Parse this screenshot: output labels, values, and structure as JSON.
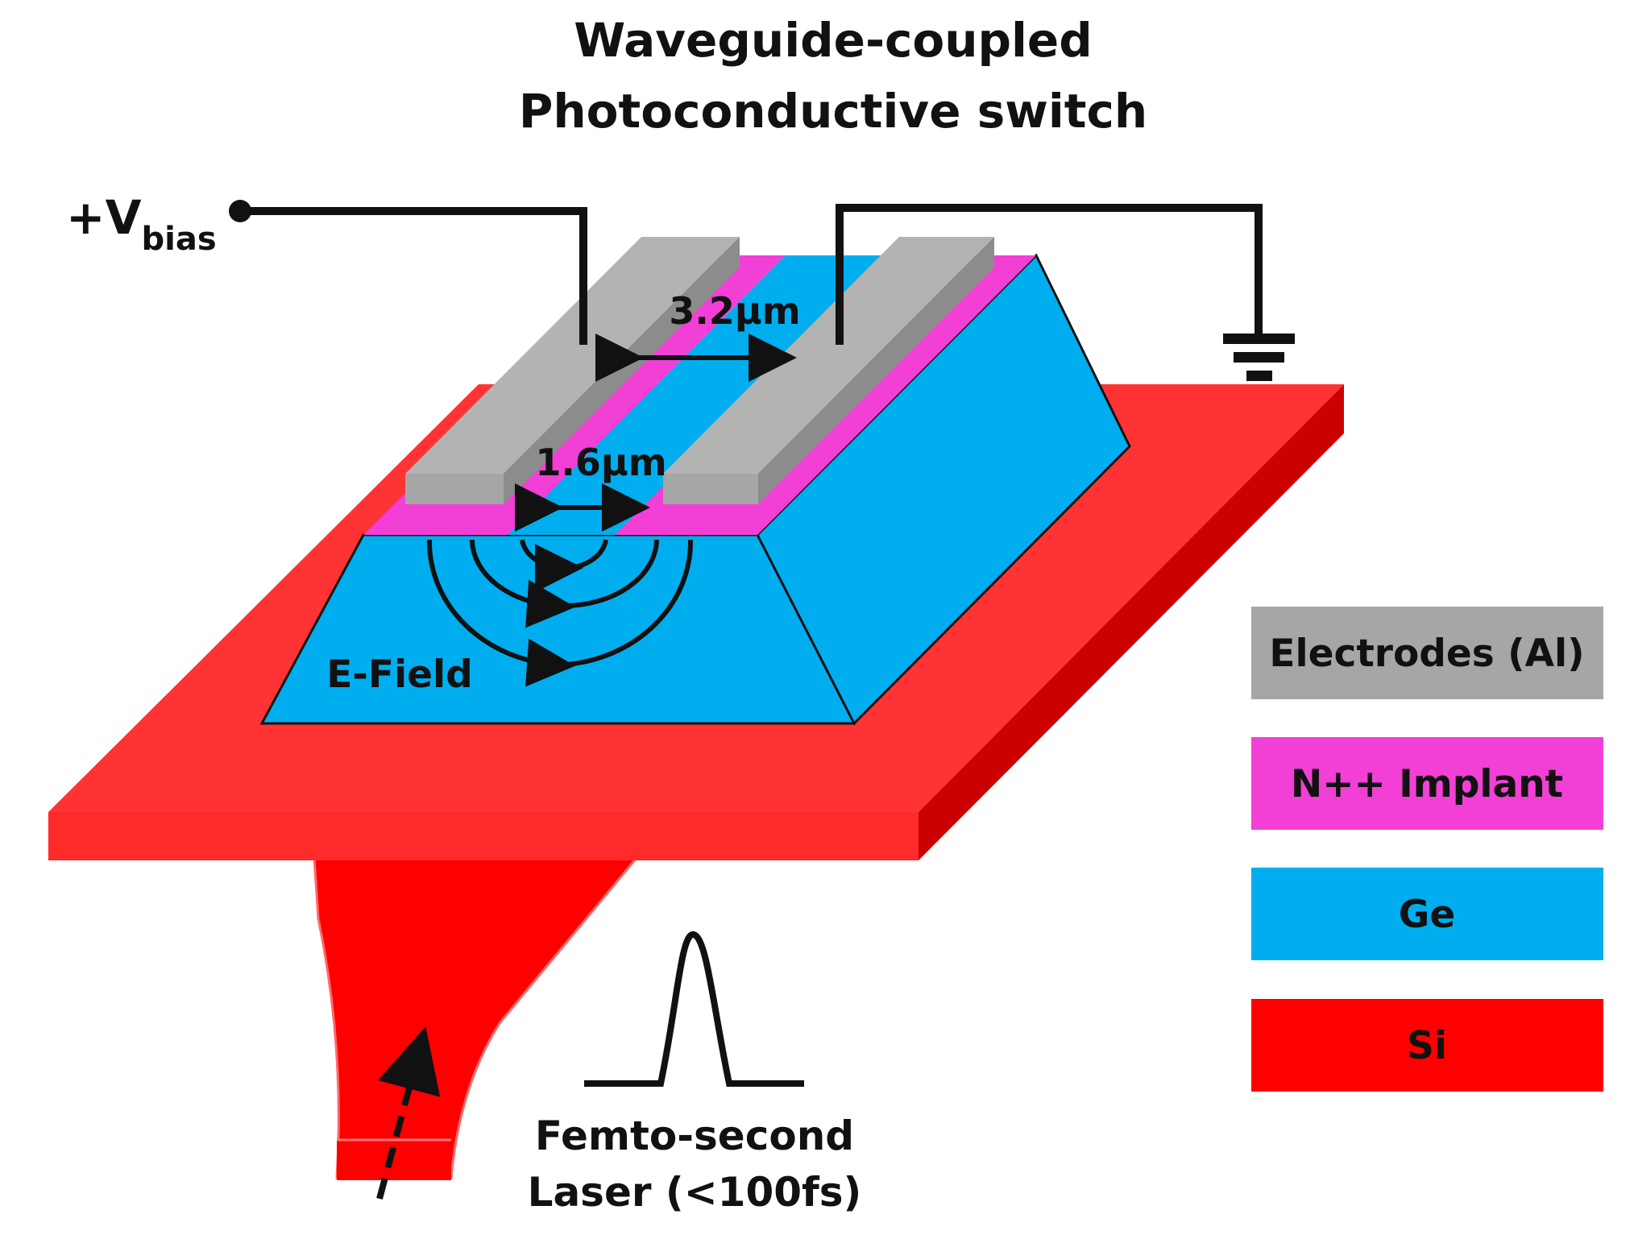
{
  "title": {
    "line1": "Waveguide-coupled",
    "line2": "Photoconductive switch"
  },
  "bias_label": {
    "main": "+V",
    "subscript": "bias"
  },
  "dimensions": {
    "outer_gap": "3.2µm",
    "inner_gap": "1.6µm"
  },
  "field_label": "E-Field",
  "laser_label": {
    "line1": "Femto-second",
    "line2": "Laser (<100fs)"
  },
  "legend": [
    {
      "label": "Electrodes (Al)",
      "color": "#a6a6a6"
    },
    {
      "label": "N++ Implant",
      "color": "#f23fd6"
    },
    {
      "label": "Ge",
      "color": "#00aeef"
    },
    {
      "label": "Si",
      "color": "#ff0000"
    }
  ],
  "colors": {
    "si_top": "#ff3333",
    "si_side": "#cc0000",
    "si_waveguide": "#ff0000",
    "ge": "#00aeef",
    "implant": "#f23fd6",
    "electrode_top": "#b3b3b3",
    "electrode_side": "#8c8c8c",
    "wire": "#111111"
  },
  "icons": [
    "ground-icon",
    "bias-terminal-icon",
    "pulse-icon",
    "arrow-icon"
  ]
}
